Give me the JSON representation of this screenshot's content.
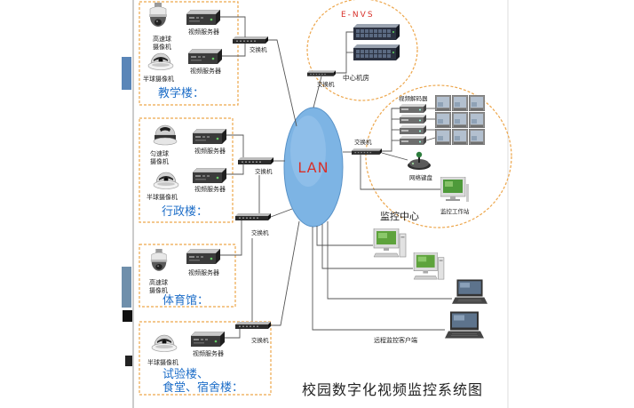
{
  "diagram": {
    "title": "校园数字化视频监控系统图",
    "lan_label": "LAN",
    "buildings": [
      {
        "label": [
          "教学楼："
        ],
        "cameras": [
          {
            "label": [
              "高速球",
              "摄像机"
            ],
            "icon": "speed-dome-camera-icon"
          },
          {
            "label": [
              "半球摄像机"
            ],
            "icon": "half-dome-camera-icon"
          }
        ],
        "servers": [
          "视频服务器",
          "视频服务器"
        ],
        "switch": "交换机"
      },
      {
        "label": [
          "行政楼："
        ],
        "cameras": [
          {
            "label": [
              "匀速球",
              "摄像机"
            ],
            "icon": "uniform-speed-dome-camera-icon"
          },
          {
            "label": [
              "半球摄像机"
            ],
            "icon": "half-dome-camera-icon"
          }
        ],
        "servers": [
          "视频服务器",
          "视频服务器"
        ],
        "switch": "交换机"
      },
      {
        "label": [
          "体育馆："
        ],
        "cameras": [
          {
            "label": [
              "高速球",
              "摄像机"
            ],
            "icon": "speed-dome-camera-icon"
          }
        ],
        "servers": [
          "视频服务器"
        ],
        "switch": "交换机"
      },
      {
        "label": [
          "试验楼、",
          "食堂、宿舍楼："
        ],
        "cameras": [
          {
            "label": [
              "半球摄像机"
            ],
            "icon": "half-dome-camera-icon"
          }
        ],
        "servers": [
          "视频服务器"
        ],
        "switch": "交换机"
      }
    ],
    "center_room": {
      "system": "E-NVS",
      "name": "中心机房",
      "switch": "交换机",
      "icon": "rack-storage-server-icon"
    },
    "monitoring_center": {
      "name": "监控中心",
      "decoder": "视频解码器",
      "keyboard": "网络键盘",
      "workstation": "监控工作站",
      "switch": "交换机",
      "icons": [
        "video-decoder-icon",
        "video-wall-monitor-icon",
        "joystick-keyboard-icon",
        "workstation-icon"
      ]
    },
    "remote_clients": {
      "label": "远程监控客户端",
      "icons": [
        "desktop-computer-icon",
        "laptop-icon"
      ]
    }
  },
  "colors": {
    "dashed_border": "#eda64b",
    "group_label": "#1e6ec8",
    "wire": "#555555",
    "lan_fill": "#7db4e4",
    "lan_text": "#d8302a",
    "nvs_text": "#d8302a"
  }
}
